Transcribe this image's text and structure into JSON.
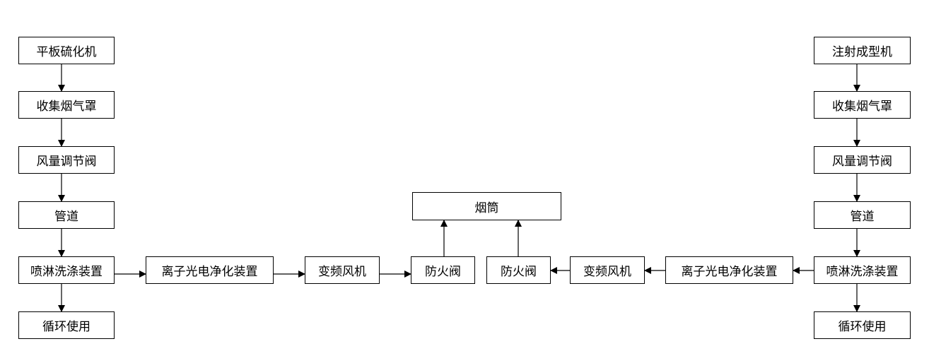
{
  "left_chain": [
    "平板硫化机",
    "收集烟气罩",
    "风量调节阀",
    "管道",
    "喷淋洗涤装置",
    "循环使用"
  ],
  "right_chain": [
    "注射成型机",
    "收集烟气罩",
    "风量调节阀",
    "管道",
    "喷淋洗涤装置",
    "循环使用"
  ],
  "middle_left": [
    "离子光电净化装置",
    "变频风机",
    "防火阀"
  ],
  "middle_right": [
    "防火阀",
    "变频风机",
    "离子光电净化装置"
  ],
  "chimney": "烟筒"
}
